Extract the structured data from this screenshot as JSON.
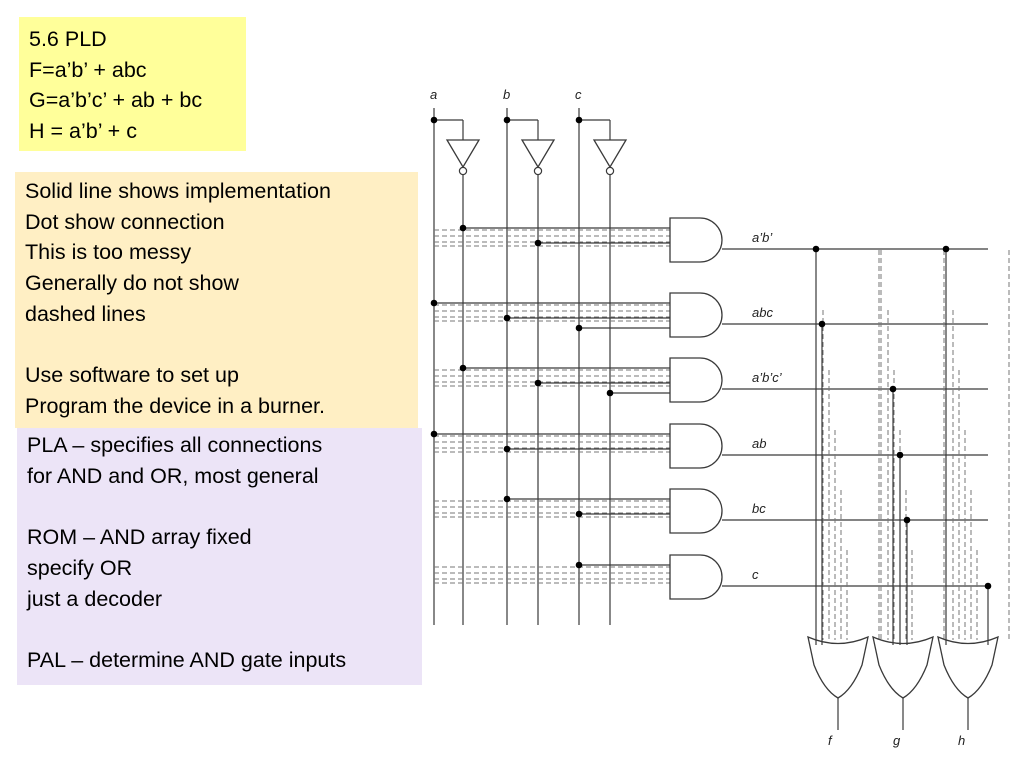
{
  "colors": {
    "title_bg": "#ffff9a",
    "notes_bg": "#ffefc4",
    "types_bg": "#ece4f7",
    "line": "#3a3a3a",
    "dash": "#777777",
    "dot": "#000000"
  },
  "title_box": {
    "lines": [
      "5.6 PLD",
      "F=a’b’ + abc",
      "G=a’b’c’ + ab + bc",
      "H = a’b’ + c"
    ]
  },
  "notes_box": {
    "lines": [
      "Solid line shows implementation",
      "Dot show connection",
      "This is too messy",
      "Generally do not show",
      "dashed lines",
      "",
      "Use software to set up",
      "Program the device in a burner."
    ]
  },
  "types_box": {
    "lines": [
      "PLA – specifies all connections",
      "for AND and OR, most general",
      "",
      "ROM – AND array fixed",
      "specify OR",
      "just a decoder",
      "",
      "PAL – determine AND gate inputs"
    ]
  },
  "diagram": {
    "input_labels": [
      "a",
      "b",
      "c"
    ],
    "product_terms": [
      "a’b’",
      "abc",
      "a’b’c’",
      "ab",
      "bc",
      "c"
    ],
    "output_labels": [
      "f",
      "g",
      "h"
    ],
    "and_connections": [
      [
        "a'",
        "b'"
      ],
      [
        "a",
        "b",
        "c"
      ],
      [
        "a'",
        "b'",
        "c'"
      ],
      [
        "a",
        "b"
      ],
      [
        "b",
        "c"
      ],
      [
        "c"
      ]
    ],
    "or_connections": {
      "f": [
        "a’b’",
        "abc"
      ],
      "g": [
        "a’b’c’",
        "ab",
        "bc"
      ],
      "h": [
        "a’b’",
        "c"
      ]
    }
  }
}
